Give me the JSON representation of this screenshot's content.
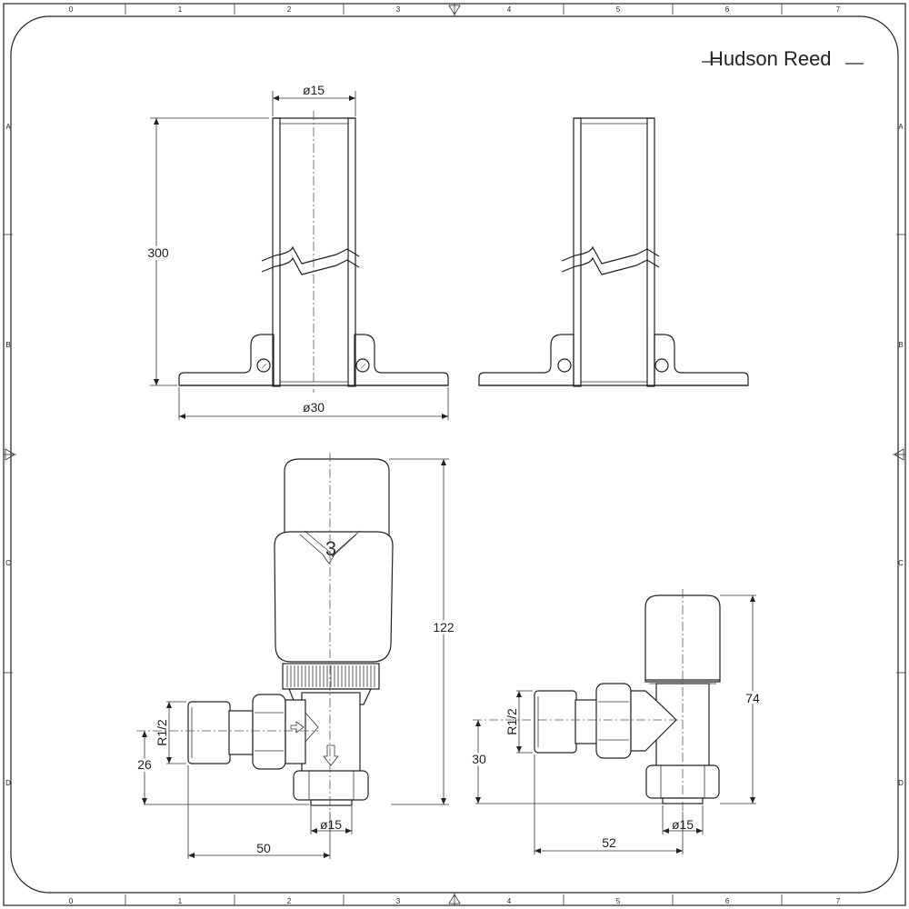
{
  "brand": "Hudson Reed",
  "frame": {
    "columns": [
      "0",
      "1",
      "2",
      "3",
      "4",
      "5",
      "6",
      "7"
    ],
    "rows": [
      "A",
      "B",
      "C",
      "D"
    ]
  },
  "pipe_views": {
    "diameter_top": "ø15",
    "diameter_base": "ø30",
    "length": "300"
  },
  "valve_left": {
    "height": "122",
    "thread": "R1/2",
    "height_to_inlet": "26",
    "width": "50",
    "outlet": "ø15",
    "head_number": "3"
  },
  "valve_right": {
    "height": "74",
    "thread": "R1/2",
    "height_to_inlet": "30",
    "width": "52",
    "outlet": "ø15"
  }
}
